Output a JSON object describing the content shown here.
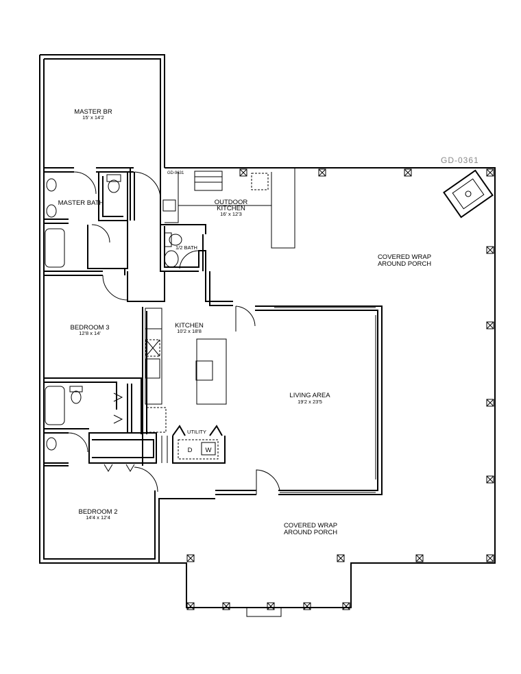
{
  "plan_code": "GD-0361",
  "sub_code": "GD-9631",
  "rooms": {
    "master_br": {
      "name": "MASTER BR",
      "dims": "15' x 14'2"
    },
    "master_bath": {
      "name": "MASTER BATH"
    },
    "outdoor_kitchen": {
      "name1": "OUTDOOR",
      "name2": "KITCHEN",
      "dims": "16' x 12'3"
    },
    "half_bath": {
      "name": "1/2 BATH"
    },
    "porch_right": {
      "name1": "COVERED WRAP",
      "name2": "AROUND PORCH"
    },
    "bedroom3": {
      "name": "BEDROOM 3",
      "dims": "12'8 x 14'"
    },
    "kitchen": {
      "name": "KITCHEN",
      "dims": "10'2 x 18'8"
    },
    "living": {
      "name": "LIVING AREA",
      "dims": "19'2 x 23'5"
    },
    "utility": {
      "name": "UTILITY",
      "dryer": "D",
      "washer": "W"
    },
    "bedroom2": {
      "name": "BEDROOM 2",
      "dims": "14'4 x 12'4"
    },
    "porch_front": {
      "name1": "COVERED WRAP",
      "name2": "AROUND PORCH"
    }
  }
}
